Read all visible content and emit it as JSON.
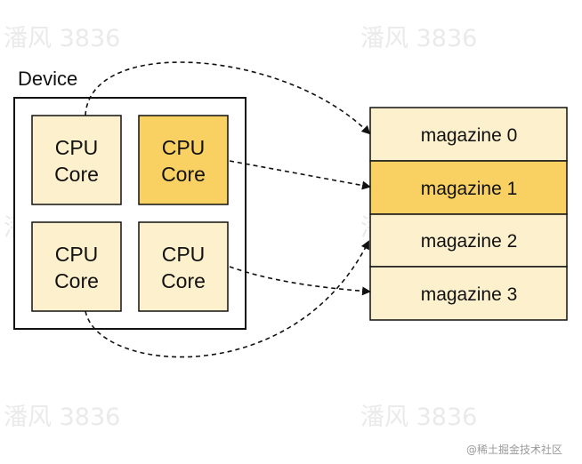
{
  "device": {
    "label": "Device"
  },
  "cores": [
    {
      "line1": "CPU",
      "line2": "Core",
      "fill": "#fdf0cc"
    },
    {
      "line1": "CPU",
      "line2": "Core",
      "fill": "#f8d162"
    },
    {
      "line1": "CPU",
      "line2": "Core",
      "fill": "#fdf0cc"
    },
    {
      "line1": "CPU",
      "line2": "Core",
      "fill": "#fdf0cc"
    }
  ],
  "magazines": [
    {
      "label": "magazine 0",
      "fill": "#fdf0cc"
    },
    {
      "label": "magazine 1",
      "fill": "#f8d162"
    },
    {
      "label": "magazine 2",
      "fill": "#fdf0cc"
    },
    {
      "label": "magazine 3",
      "fill": "#fdf0cc"
    }
  ],
  "colors": {
    "stroke": "#111111",
    "light": "#fdf0cc",
    "highlight": "#f8d162"
  },
  "watermark": {
    "text": "潘风 3836"
  },
  "credit": {
    "text": "@稀土掘金技术社区"
  }
}
